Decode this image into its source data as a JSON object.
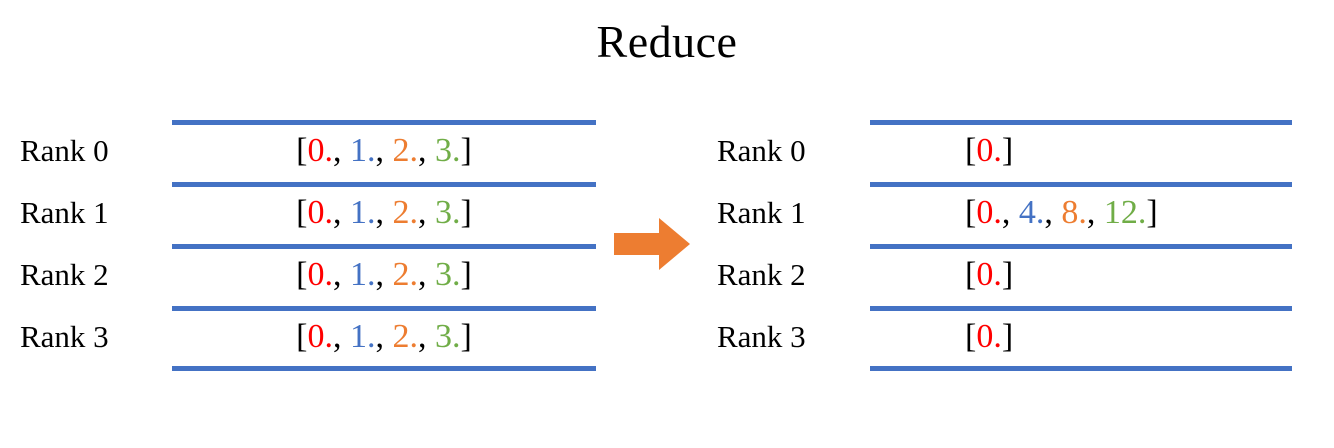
{
  "title": "Reduce",
  "colors": {
    "rule": "#4472C4",
    "arrow": "#ED7D31",
    "value_red": "#FF0000",
    "value_blue": "#4472C4",
    "value_orange": "#ED7D31",
    "value_green": "#70AD47",
    "text": "#000000",
    "background": "#FFFFFF"
  },
  "arrow": {
    "direction": "right",
    "icon": "right-arrow-icon"
  },
  "left_table": {
    "rows": [
      {
        "rank_label": "Rank 0",
        "array_text": "[0., 1., 2., 3.]",
        "open": "[",
        "close": "]",
        "items": [
          {
            "value": "0.",
            "color": "#FF0000"
          },
          {
            "value": "1.",
            "color": "#4472C4"
          },
          {
            "value": "2.",
            "color": "#ED7D31"
          },
          {
            "value": "3.",
            "color": "#70AD47"
          }
        ]
      },
      {
        "rank_label": "Rank 1",
        "array_text": "[0., 1., 2., 3.]",
        "open": "[",
        "close": "]",
        "items": [
          {
            "value": "0.",
            "color": "#FF0000"
          },
          {
            "value": "1.",
            "color": "#4472C4"
          },
          {
            "value": "2.",
            "color": "#ED7D31"
          },
          {
            "value": "3.",
            "color": "#70AD47"
          }
        ]
      },
      {
        "rank_label": "Rank 2",
        "array_text": "[0., 1., 2., 3.]",
        "open": "[",
        "close": "]",
        "items": [
          {
            "value": "0.",
            "color": "#FF0000"
          },
          {
            "value": "1.",
            "color": "#4472C4"
          },
          {
            "value": "2.",
            "color": "#ED7D31"
          },
          {
            "value": "3.",
            "color": "#70AD47"
          }
        ]
      },
      {
        "rank_label": "Rank 3",
        "array_text": "[0., 1., 2., 3.]",
        "open": "[",
        "close": "]",
        "items": [
          {
            "value": "0.",
            "color": "#FF0000"
          },
          {
            "value": "1.",
            "color": "#4472C4"
          },
          {
            "value": "2.",
            "color": "#ED7D31"
          },
          {
            "value": "3.",
            "color": "#70AD47"
          }
        ]
      }
    ]
  },
  "right_table": {
    "rows": [
      {
        "rank_label": "Rank 0",
        "array_text": "[0.]",
        "open": "[",
        "close": "]",
        "items": [
          {
            "value": "0.",
            "color": "#FF0000"
          }
        ]
      },
      {
        "rank_label": "Rank 1",
        "array_text": "[0., 4., 8., 12.]",
        "open": "[",
        "close": "]",
        "items": [
          {
            "value": "0.",
            "color": "#FF0000"
          },
          {
            "value": "4.",
            "color": "#4472C4"
          },
          {
            "value": "8.",
            "color": "#ED7D31"
          },
          {
            "value": "12.",
            "color": "#70AD47"
          }
        ]
      },
      {
        "rank_label": "Rank 2",
        "array_text": "[0.]",
        "open": "[",
        "close": "]",
        "items": [
          {
            "value": "0.",
            "color": "#FF0000"
          }
        ]
      },
      {
        "rank_label": "Rank 3",
        "array_text": "[0.]",
        "open": "[",
        "close": "]",
        "items": [
          {
            "value": "0.",
            "color": "#FF0000"
          }
        ]
      }
    ]
  },
  "separators": {
    "comma": ", "
  }
}
